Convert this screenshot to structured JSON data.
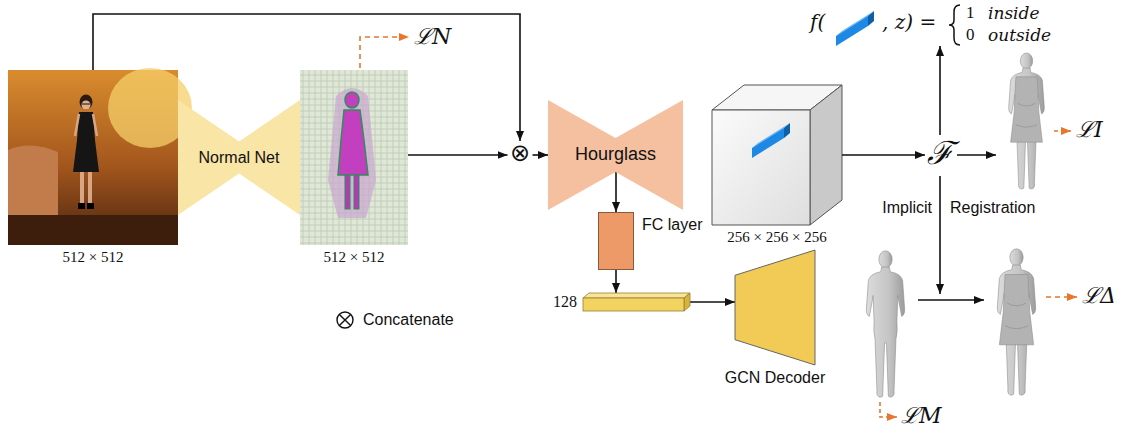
{
  "diagram": {
    "nodes": [
      {
        "text": [
          "512 × 512"
        ]
      },
      {
        "text": [
          "Normal Net"
        ]
      },
      {
        "text": [
          "512 × 512"
        ]
      },
      {
        "text": [
          "⊗"
        ]
      },
      {
        "text": [
          "Hourglass"
        ]
      },
      {
        "text": [
          "256 × 256 × 256"
        ]
      },
      {
        "text": [
          "ℱ"
        ]
      },
      {
        "text": [
          "FC layer"
        ]
      },
      {
        "text": [
          "128"
        ]
      },
      {
        "text": [
          "GCN Decoder"
        ]
      }
    ],
    "edges": [
      {
        "from": 0,
        "to": 3,
        "arrow": "to"
      },
      {
        "from": 2,
        "to": 3,
        "arrow": "to"
      },
      {
        "from": 3,
        "to": 4,
        "arrow": "to"
      },
      {
        "from": 5,
        "to": 6,
        "arrow": "to"
      },
      {
        "from": 4,
        "to": 7,
        "arrow": "to"
      },
      {
        "from": 7,
        "to": 8,
        "arrow": "to"
      },
      {
        "from": 8,
        "to": 9,
        "arrow": "to"
      }
    ],
    "labels": [
      "ℒN",
      "f(",
      ", z) =",
      "1",
      "inside",
      "0",
      "outside",
      "Implicit",
      "Registration",
      "ℒI",
      "ℒM",
      "ℒΔ"
    ],
    "legend": [
      {
        "text": "Concatenate"
      }
    ]
  }
}
